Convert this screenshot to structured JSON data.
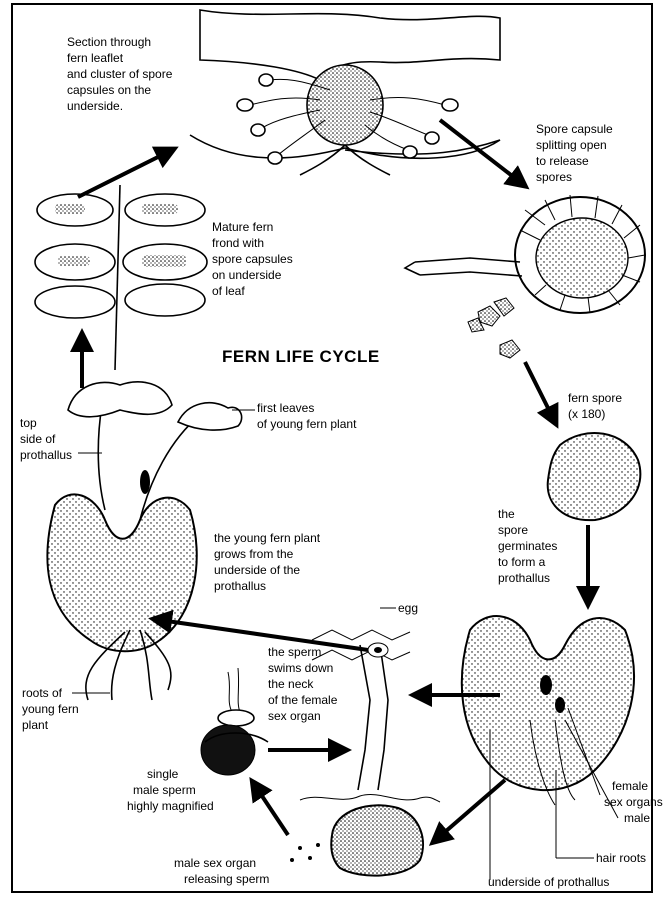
{
  "title": "FERN LIFE CYCLE",
  "labels": {
    "section": [
      "Section through",
      "fern leaflet",
      "and cluster of spore",
      "capsules on the",
      "underside."
    ],
    "capsule_split": [
      "Spore capsule",
      "splitting open",
      "to release",
      "spores"
    ],
    "mature_frond": [
      "Mature fern",
      "frond with",
      "spore capsules",
      "on underside",
      "of leaf"
    ],
    "fern_spore": [
      "fern spore",
      "(x 180)"
    ],
    "top_side": [
      "top",
      "side of",
      "prothallus"
    ],
    "first_leaves": [
      "first leaves",
      "of young fern plant"
    ],
    "young_plant": [
      "the young fern plant",
      "grows from the",
      "underside of the",
      "prothallus"
    ],
    "germinates": [
      "the",
      "spore",
      "germinates",
      "to form a",
      "prothallus"
    ],
    "egg": "egg",
    "sperm_swims": [
      "the sperm",
      "swims down",
      "the neck",
      "of the female",
      "sex organ"
    ],
    "roots": [
      "roots of",
      "young fern",
      "plant"
    ],
    "single_sperm": [
      "single",
      "male sperm",
      "highly magnified"
    ],
    "female": [
      "female",
      "sex organs"
    ],
    "male": "male",
    "hair_roots": "hair roots",
    "male_organ": [
      "male sex organ",
      "releasing sperm"
    ],
    "underside": "underside of prothallus"
  }
}
